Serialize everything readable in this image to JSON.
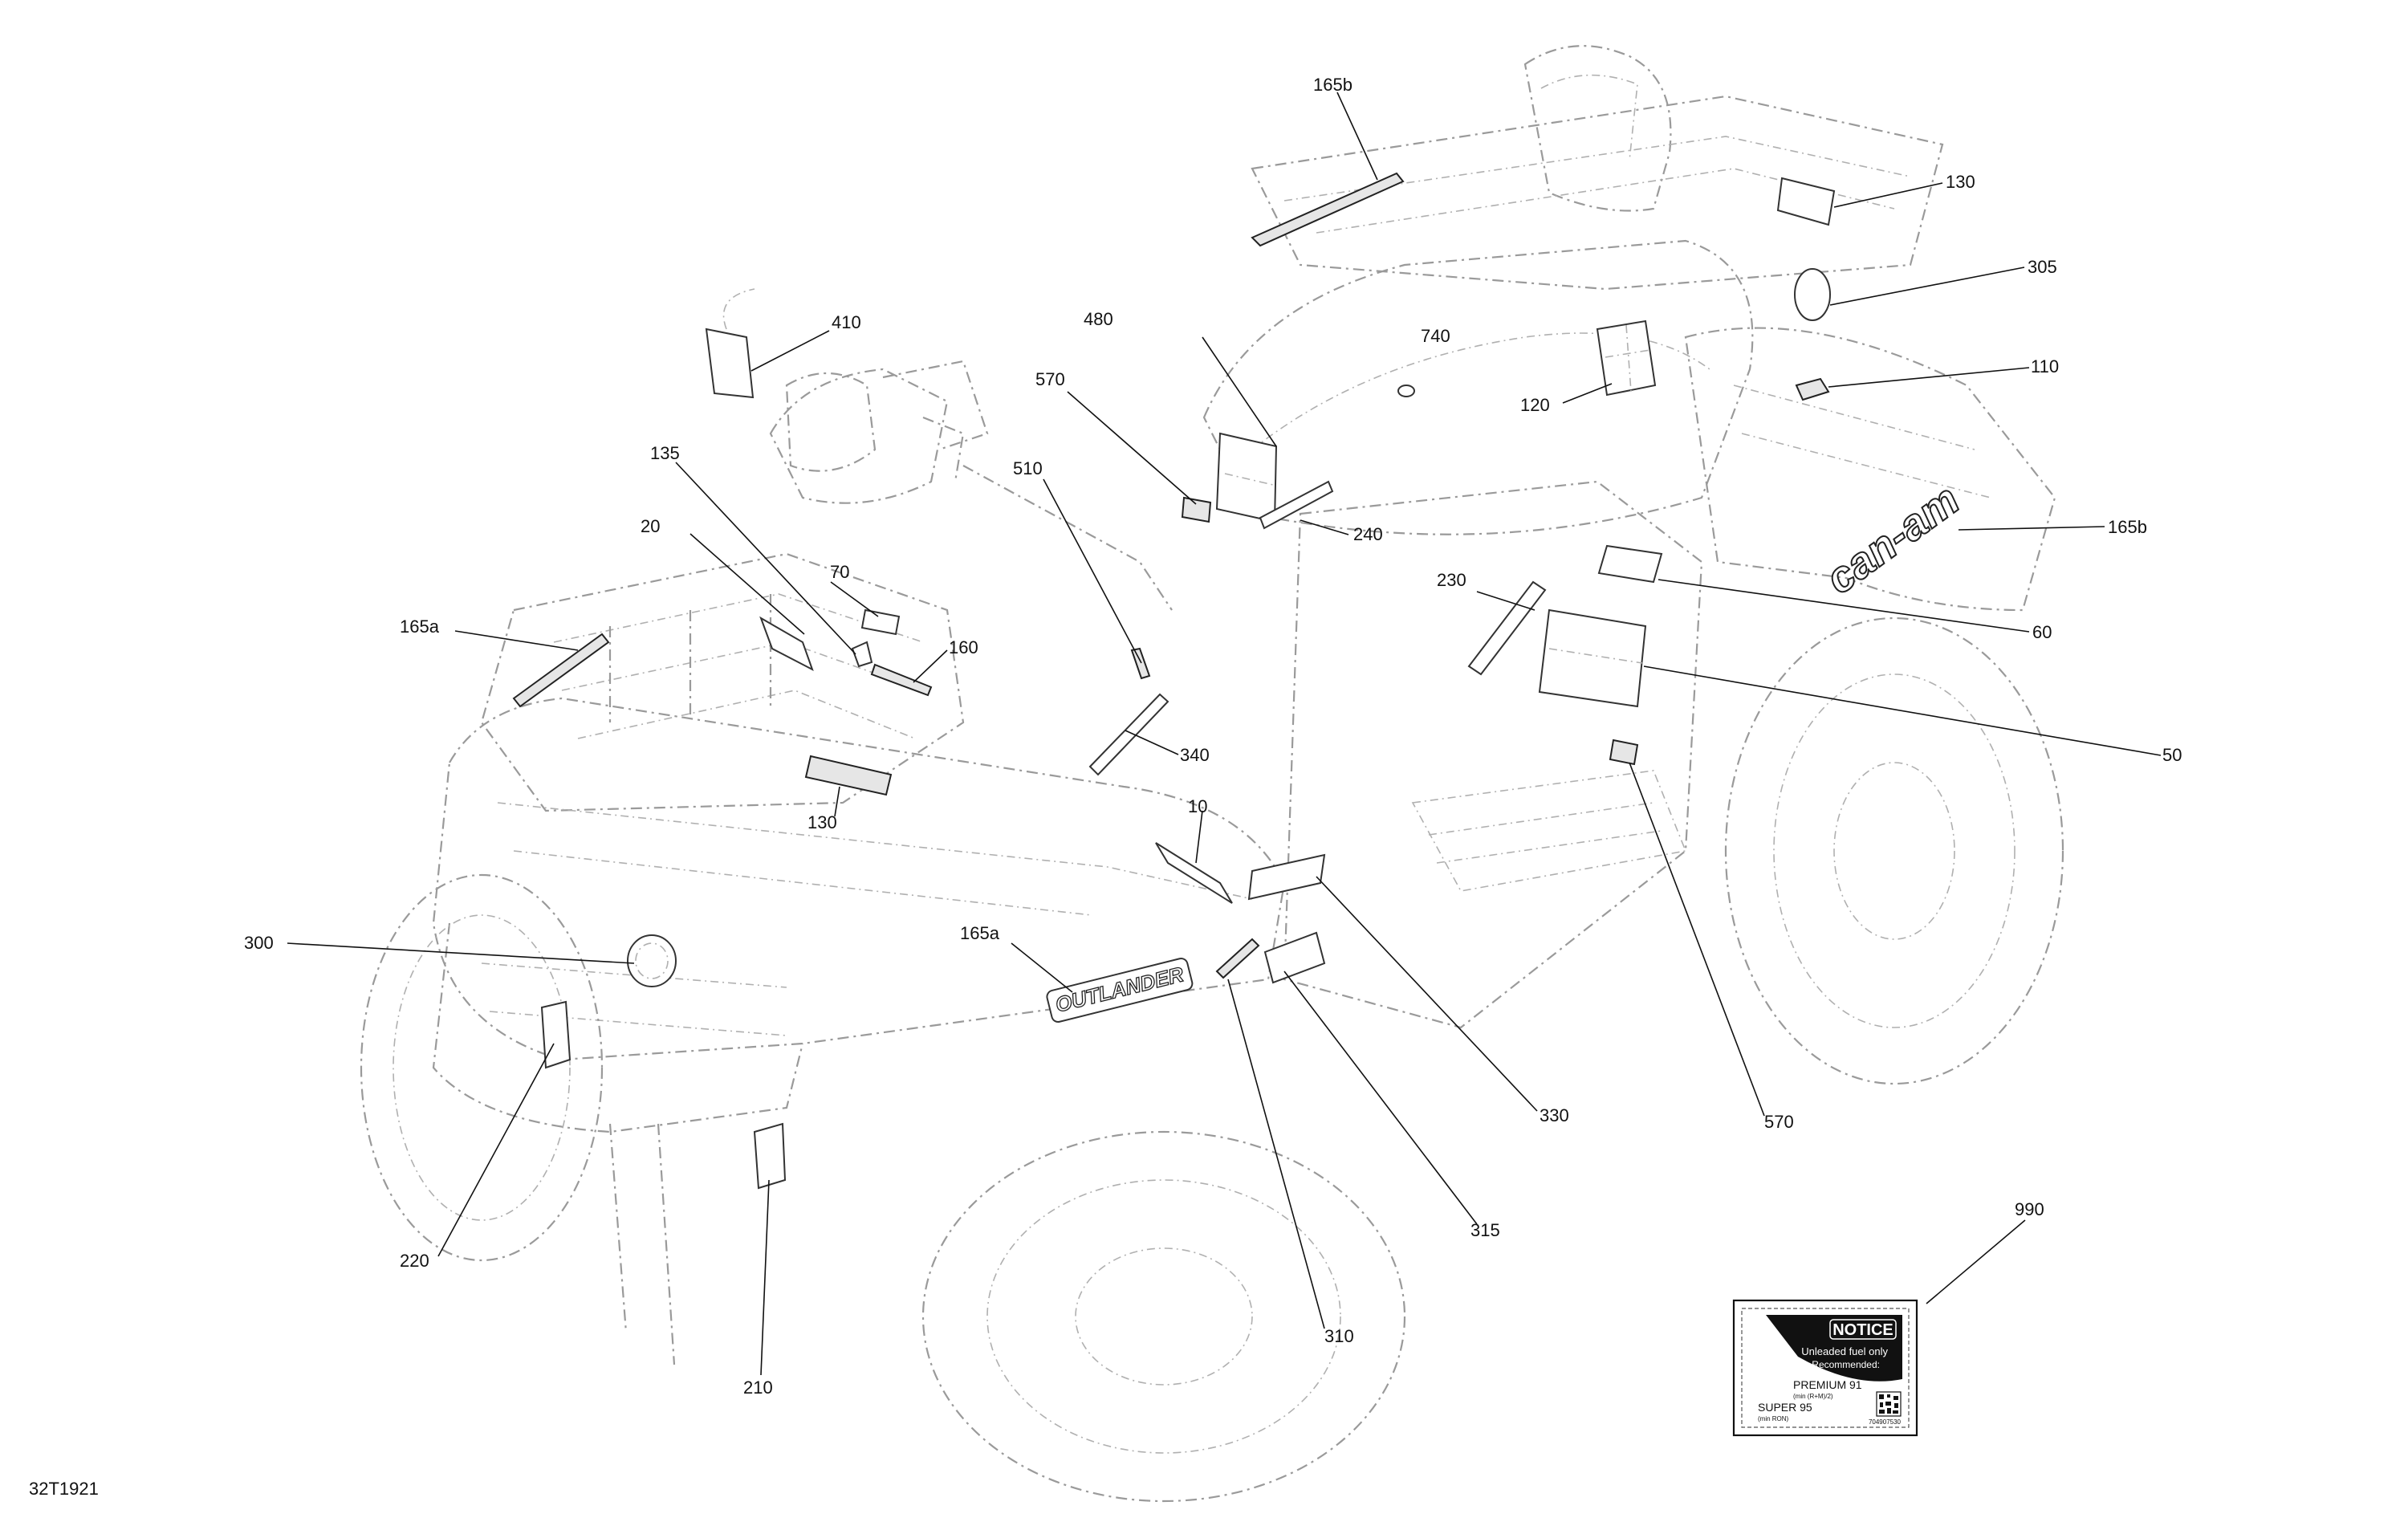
{
  "diagram_code": "32T1921",
  "callouts": [
    {
      "id": "165b",
      "label": "165b"
    },
    {
      "id": "130",
      "label": "130"
    },
    {
      "id": "305",
      "label": "305"
    },
    {
      "id": "410",
      "label": "410"
    },
    {
      "id": "740",
      "label": "740"
    },
    {
      "id": "480",
      "label": "480"
    },
    {
      "id": "110",
      "label": "110"
    },
    {
      "id": "120",
      "label": "120"
    },
    {
      "id": "570",
      "label": "570"
    },
    {
      "id": "135",
      "label": "135"
    },
    {
      "id": "510",
      "label": "510"
    },
    {
      "id": "165b",
      "label": "165b"
    },
    {
      "id": "240",
      "label": "240"
    },
    {
      "id": "20",
      "label": "20"
    },
    {
      "id": "70",
      "label": "70"
    },
    {
      "id": "230",
      "label": "230"
    },
    {
      "id": "60",
      "label": "60"
    },
    {
      "id": "165a",
      "label": "165a"
    },
    {
      "id": "160",
      "label": "160"
    },
    {
      "id": "50",
      "label": "50"
    },
    {
      "id": "340",
      "label": "340"
    },
    {
      "id": "130",
      "label": "130"
    },
    {
      "id": "10",
      "label": "10"
    },
    {
      "id": "300",
      "label": "300"
    },
    {
      "id": "165a",
      "label": "165a"
    },
    {
      "id": "330",
      "label": "330"
    },
    {
      "id": "570",
      "label": "570"
    },
    {
      "id": "220",
      "label": "220"
    },
    {
      "id": "315",
      "label": "315"
    },
    {
      "id": "990",
      "label": "990"
    },
    {
      "id": "310",
      "label": "310"
    },
    {
      "id": "210",
      "label": "210"
    }
  ],
  "notice_decal": {
    "title": "NOTICE",
    "line1": "Unleaded fuel only",
    "line2": "Recommended:",
    "premium": "PREMIUM 91",
    "premium_sub": "(min (R+M)/2)",
    "super": "SUPER 95",
    "super_sub": "(min RON)",
    "part_no": "704907530"
  },
  "body_decals": {
    "outlander_text": "OUTLANDER",
    "brand_text": "can-am"
  }
}
